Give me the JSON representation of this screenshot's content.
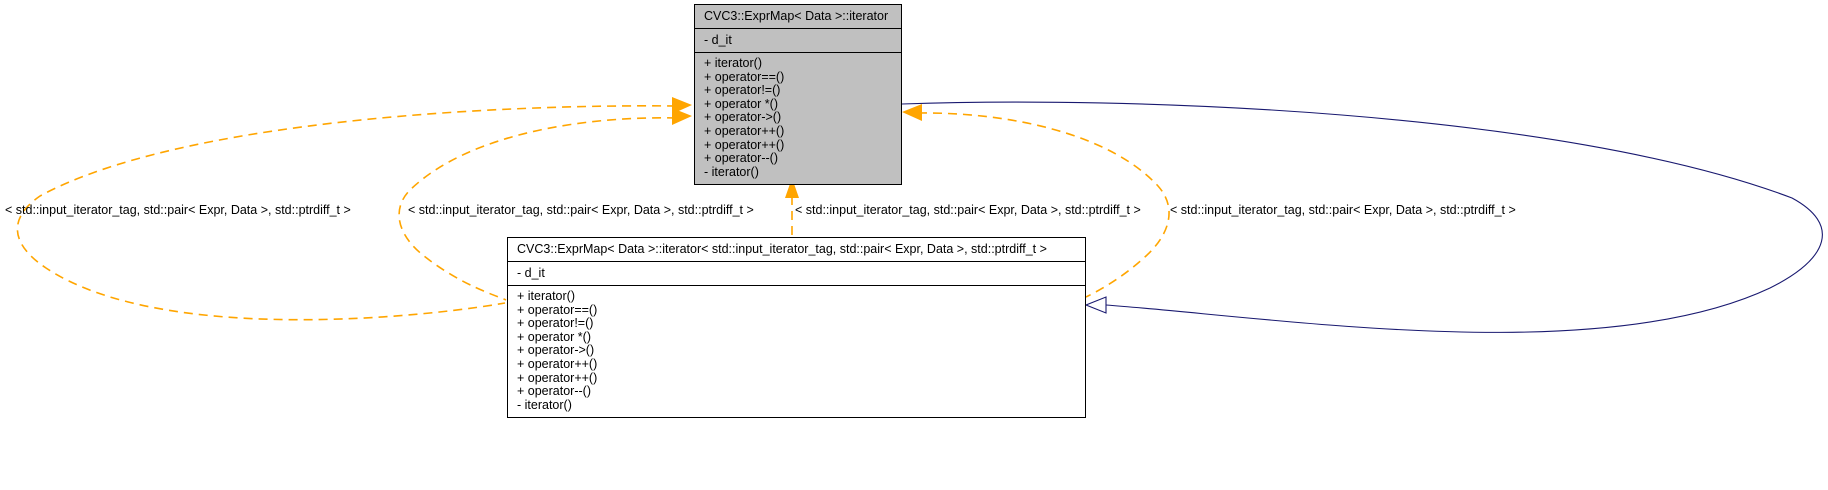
{
  "diagram": {
    "type": "uml-class-diagram",
    "background": "#ffffff",
    "colors": {
      "base_class_fill": "#c0c0c0",
      "derived_class_fill": "#ffffff",
      "box_border": "#000000",
      "template_edge": "#ffa500",
      "inheritance_edge": "#191970",
      "text": "#000000"
    }
  },
  "boxes": [
    {
      "id": "base",
      "name": "base-class-node",
      "title": "CVC3::ExprMap< Data >::iterator",
      "attributes": [
        "- d_it"
      ],
      "operations": [
        "+ iterator()",
        "+ operator==()",
        "+ operator!=()",
        "+ operator *()",
        "+ operator->()",
        "+ operator++()",
        "+ operator++()",
        "+ operator--()",
        "- iterator()"
      ]
    },
    {
      "id": "derived",
      "name": "derived-class-node",
      "title": "CVC3::ExprMap< Data >::iterator< std::input_iterator_tag, std::pair< Expr, Data >, std::ptrdiff_t >",
      "attributes": [
        "- d_it"
      ],
      "operations": [
        "+ iterator()",
        "+ operator==()",
        "+ operator!=()",
        "+ operator *()",
        "+ operator->()",
        "+ operator++()",
        "+ operator++()",
        "+ operator--()",
        "- iterator()"
      ]
    }
  ],
  "edge_labels": [
    {
      "text": "< std::input_iterator_tag, std::pair< Expr, Data >, std::ptrdiff_t >"
    },
    {
      "text": "< std::input_iterator_tag, std::pair< Expr, Data >, std::ptrdiff_t >"
    },
    {
      "text": "< std::input_iterator_tag, std::pair< Expr, Data >, std::ptrdiff_t >"
    },
    {
      "text": "< std::input_iterator_tag, std::pair< Expr, Data >, std::ptrdiff_t >"
    }
  ]
}
